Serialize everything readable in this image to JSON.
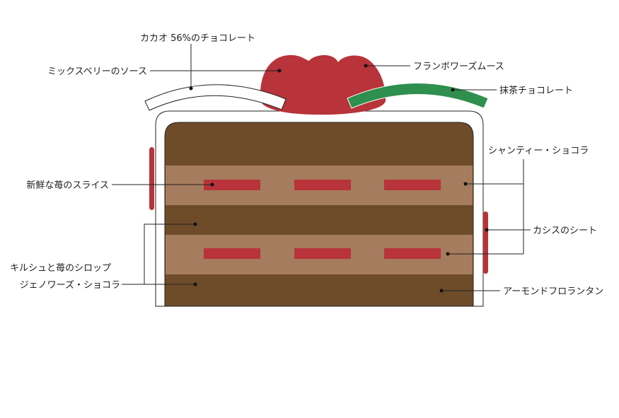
{
  "title": "Cake cross-section diagram",
  "colors": {
    "sponge": "#6e4c2a",
    "cream": "#a57c5d",
    "berry": "#b8333a",
    "matcha": "#2f8f4e",
    "white": "#ffffff"
  },
  "labels": {
    "cacao": "カカオ 56%のチョコレート",
    "berry_sauce": "ミックスベリーのソース",
    "framboise": "フランボワーズムース",
    "matcha": "抹茶チョコレート",
    "chantilly": "シャンティー・ショコラ",
    "strawberry": "新鮮な苺のスライス",
    "cassis": "カシスのシート",
    "kirsch": "キルシュと苺のシロップ",
    "genoise": "ジェノワーズ・ショコラ",
    "florentin": "アーモンドフロランタン"
  }
}
